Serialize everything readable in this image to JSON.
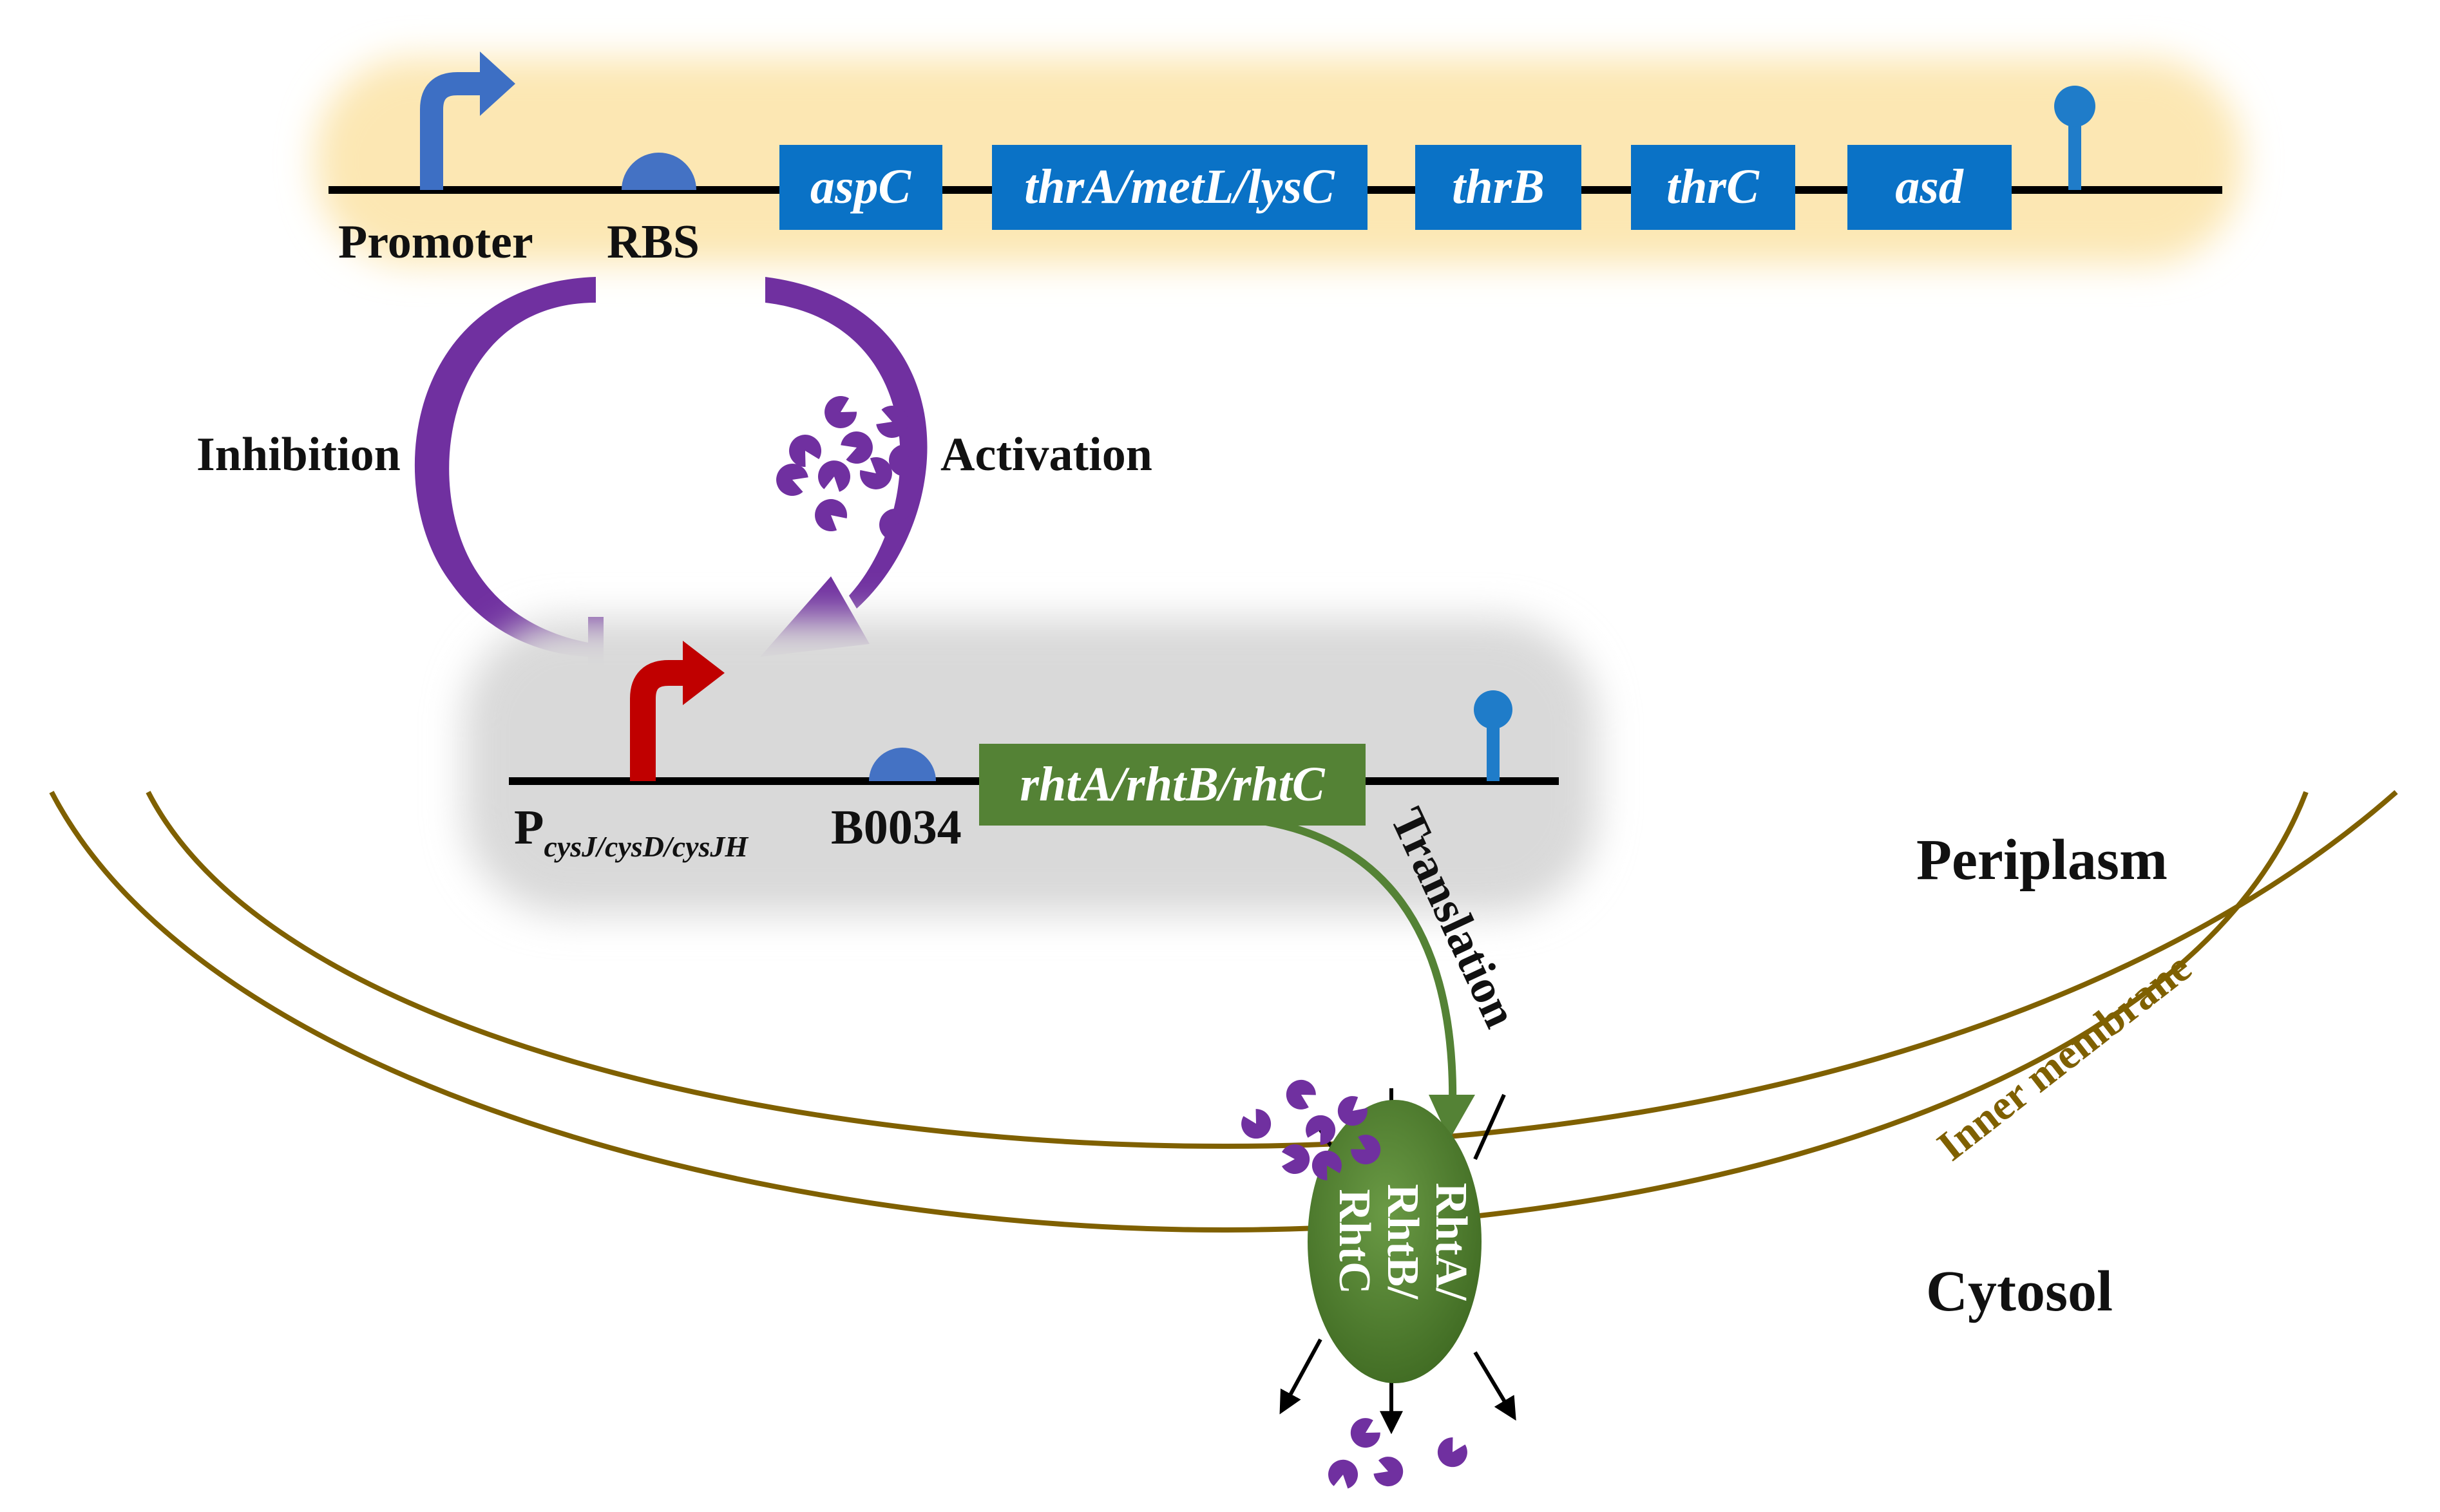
{
  "operon": {
    "promoter_label": "Promoter",
    "rbs_label": "RBS",
    "genes": [
      "aspC",
      "thrA/metL/lysC",
      "thrB",
      "thrC",
      "asd"
    ]
  },
  "regulation": {
    "inhibition_label": "Inhibition",
    "activation_label": "Activation"
  },
  "construct": {
    "promoter_main": "P",
    "promoter_sub": "cysJ/cysD/cysJH",
    "rbs_label": "B0034",
    "gene_label": "rhtA/rhtB/rhtC"
  },
  "translation_label": "Translation",
  "compartments": {
    "periplasm": "Periplasm",
    "cytosol": "Cytosol",
    "inner_membrane": "Inner membrane"
  },
  "transporter": {
    "line1": "RhtA/",
    "line2": "RhtB/",
    "line3": "RhtC"
  },
  "colors": {
    "gene_blue": "#0a72c6",
    "promoter_blue": "#3d6fc4",
    "rbs_blue": "#4472c4",
    "terminator_blue": "#1f7cc9",
    "promoter_red": "#c00000",
    "regulation_purple": "#7030a0",
    "green": "#548235",
    "membrane_brown": "#7f6000",
    "operon_bg": "#fce7b3",
    "construct_bg": "#d9d9d9"
  }
}
